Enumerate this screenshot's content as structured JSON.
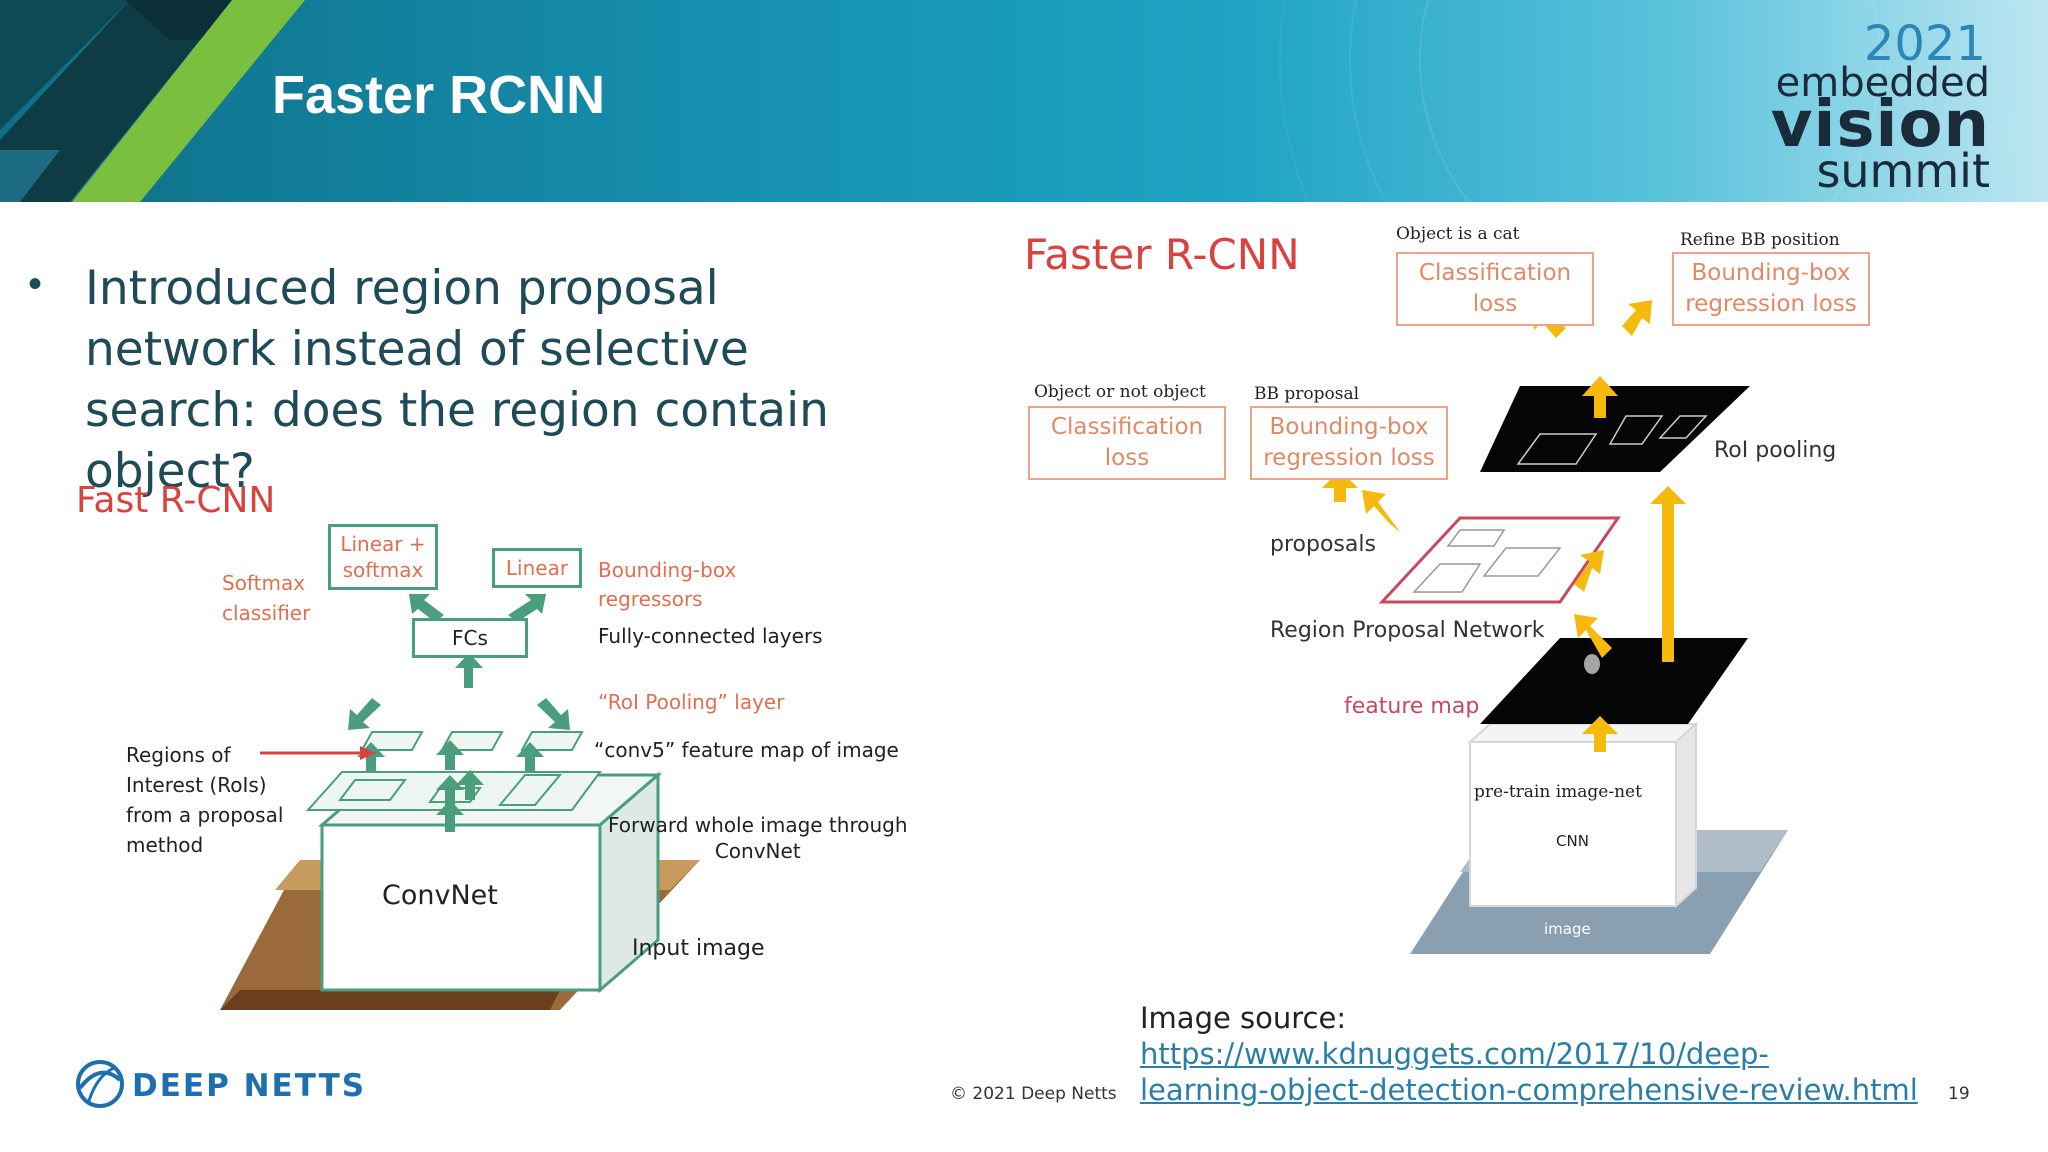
{
  "slide": {
    "title": "Faster RCNN",
    "page_number": "19",
    "copyright": "© 2021 Deep Netts",
    "bullets": [
      "Introduced region proposal network instead of selective search: does the region contain object?"
    ]
  },
  "event_logo": {
    "year": "2021",
    "line1": "embedded",
    "line2": "vision",
    "line3": "summit"
  },
  "company_logo": {
    "text": "DEEP NETTS"
  },
  "image_source": {
    "label": "Image source:",
    "url": "https://www.kdnuggets.com/2017/10/deep-learning-object-detection-comprehensive-review.html",
    "url_line1": "https://www.kdnuggets.com/2017/10/deep-",
    "url_line2": "learning-object-detection-comprehensive-review.html"
  },
  "fast_rcnn": {
    "title": "Fast R-CNN",
    "softmax_box_1": "Linear +",
    "softmax_box_2": "softmax",
    "linear_box": "Linear",
    "softmax_label_1": "Softmax",
    "softmax_label_2": "classifier",
    "bbox_label_1": "Bounding-box",
    "bbox_label_2": "regressors",
    "fcs": "FCs",
    "fc_layers": "Fully-connected layers",
    "roi_pooling": "“RoI Pooling” layer",
    "conv5": "“conv5” feature map of image",
    "rois_1": "Regions of",
    "rois_2": "Interest (RoIs)",
    "rois_3": "from a proposal",
    "rois_4": "method",
    "forward_1": "Forward whole image through",
    "forward_2": "ConvNet",
    "convnet": "ConvNet",
    "input_image": "Input image"
  },
  "faster_rcnn": {
    "title": "Faster R-CNN",
    "object_is_cat": "Object is a cat",
    "refine_bb": "Refine BB position",
    "cls_loss_top_1": "Classification",
    "cls_loss_top_2": "loss",
    "bbox_loss_top_1": "Bounding-box",
    "bbox_loss_top_2": "regression loss",
    "object_or_not": "Object or not object",
    "bb_proposal": "BB proposal",
    "cls_loss_mid_1": "Classification",
    "cls_loss_mid_2": "loss",
    "bbox_loss_mid_1": "Bounding-box",
    "bbox_loss_mid_2": "regression loss",
    "roi_pooling": "RoI pooling",
    "proposals": "proposals",
    "rpn": "Region Proposal Network",
    "feature_map": "feature map",
    "pretrain": "pre-train image-net",
    "cnn": "CNN",
    "image": "image"
  },
  "colors": {
    "accent_red": "#d8433f",
    "arrow_gold": "#f6b90d",
    "arrow_green": "#4a9e7e",
    "text_teal": "#1f4a57",
    "link": "#2a7fa8"
  }
}
